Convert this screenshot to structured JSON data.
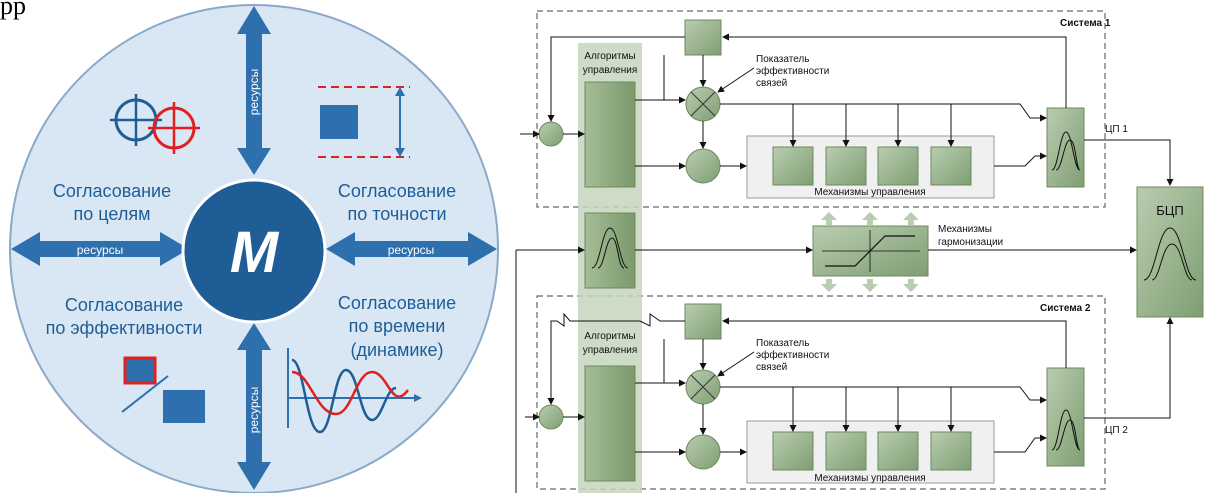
{
  "left_panel": {
    "center_letter": "M",
    "resource_label": "ресурсы",
    "quadrants": {
      "goals": [
        "Согласование",
        "по целям"
      ],
      "accuracy": [
        "Согласование",
        "по точности"
      ],
      "efficiency": [
        "Согласование",
        "по эффективности"
      ],
      "time": [
        "Согласование",
        "по времени",
        "(динамике)"
      ]
    },
    "colors": {
      "blue": "#2e6fad",
      "dark_blue": "#1f5d96",
      "background": "#d9e7f4",
      "red": "#e02020"
    }
  },
  "right_panel": {
    "system1": {
      "title": "Система 1",
      "algorithms": [
        "Алгоритмы",
        "управления"
      ],
      "indicator": [
        "Показатель",
        "эффективности",
        "связей"
      ],
      "mechanisms": "Механизмы управления",
      "output": "ЦП 1"
    },
    "system2": {
      "title": "Система 2",
      "algorithms": [
        "Алгоритмы",
        "управления"
      ],
      "indicator": [
        "Показатель",
        "эффективности",
        "связей"
      ],
      "mechanisms": "Механизмы управления",
      "output": "ЦП 2"
    },
    "harmonization": [
      "Механизмы",
      "гармонизации"
    ],
    "bcp": "БЦП",
    "colors": {
      "block": "#9db58f",
      "block_dark": "#7a9a6c",
      "column": "#c6d6bd"
    }
  },
  "caption_fragment": "рр"
}
